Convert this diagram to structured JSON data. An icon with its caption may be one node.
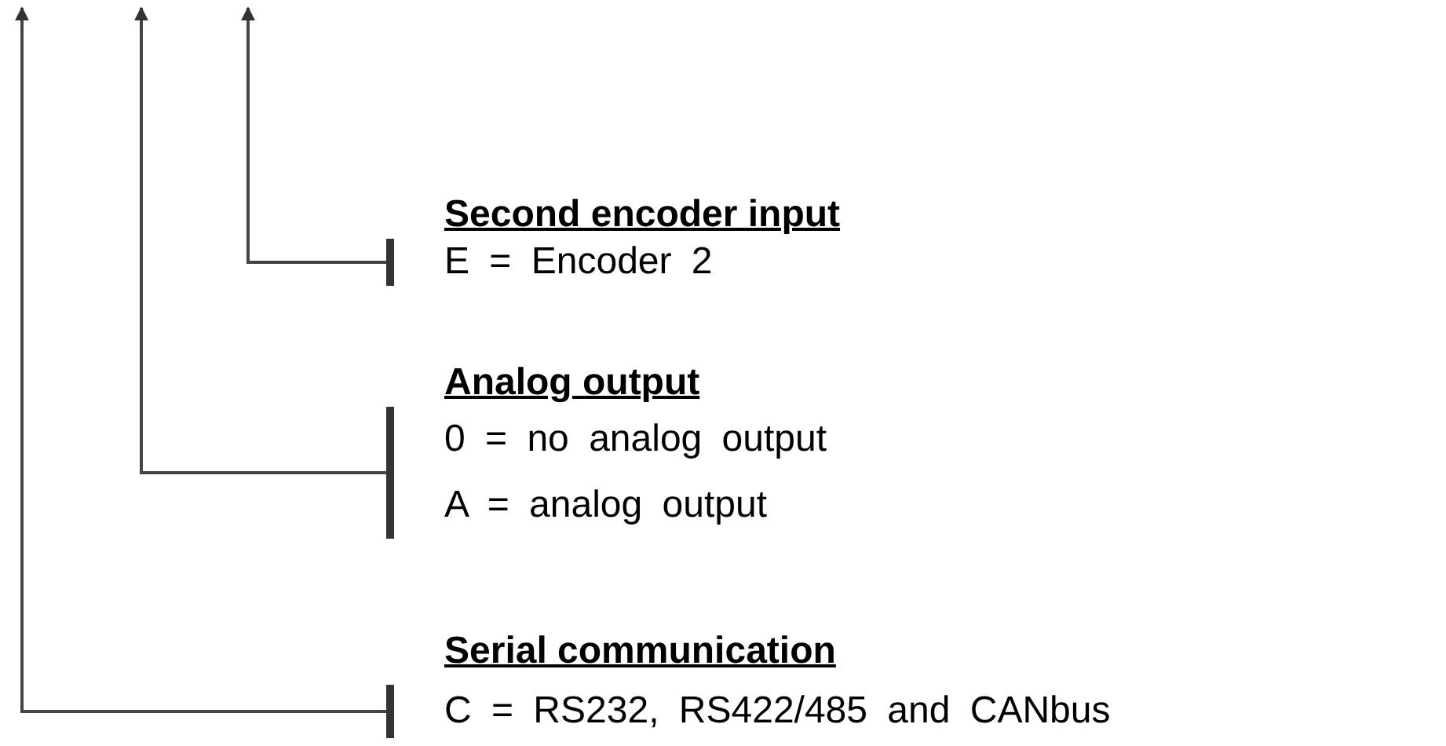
{
  "diagram": {
    "nodes": [
      {
        "text": [
          "Second encoder input",
          "E = Encoder 2"
        ]
      },
      {
        "text": [
          "Analog output",
          "0 = no analog output",
          "A = analog output"
        ]
      },
      {
        "text": [
          "Serial communication",
          "C = RS232, RS422/485 and CANbus"
        ]
      }
    ],
    "edges": [
      {
        "from": 0,
        "to": null,
        "arrow": "to"
      },
      {
        "from": 1,
        "to": null,
        "arrow": "to"
      },
      {
        "from": 2,
        "to": null,
        "arrow": "to"
      }
    ]
  }
}
